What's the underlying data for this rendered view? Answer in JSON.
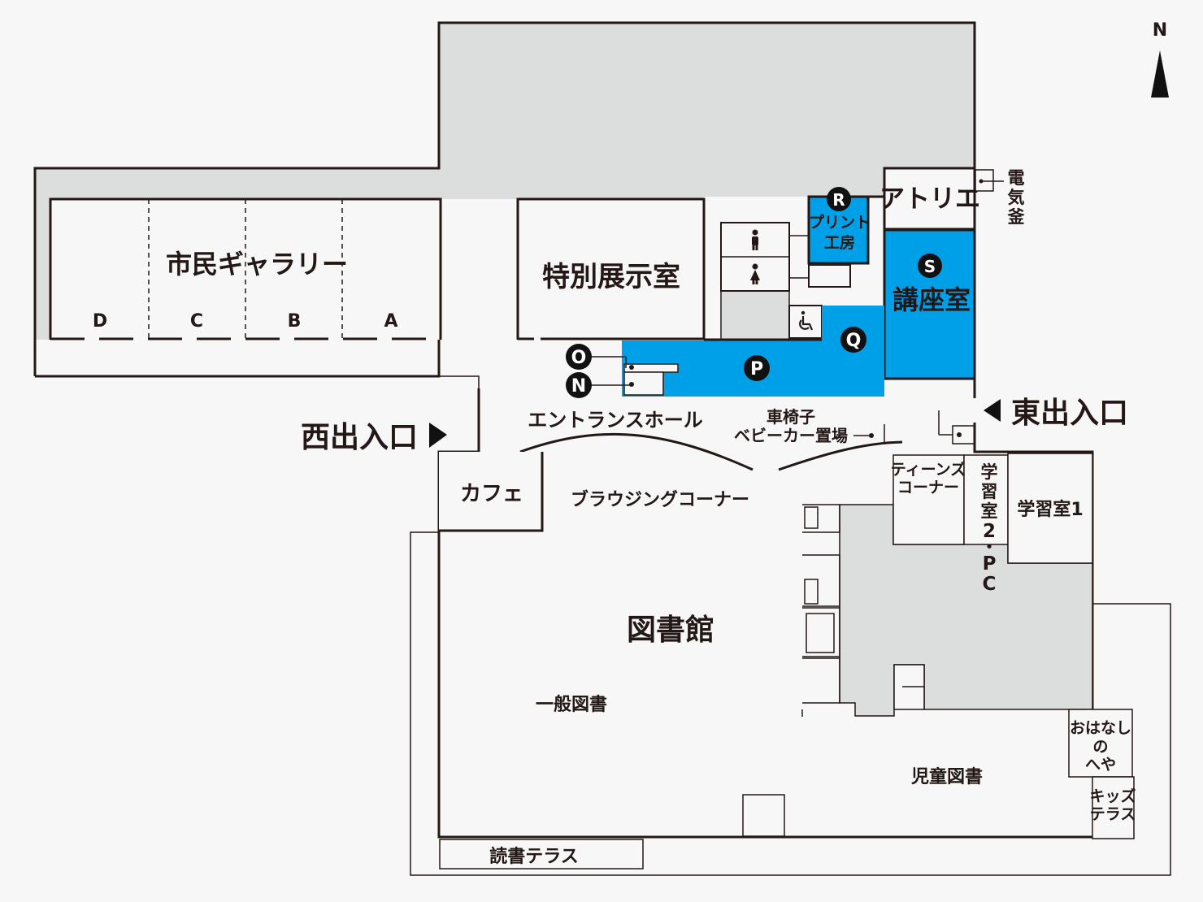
{
  "compass": {
    "label": "N"
  },
  "colors": {
    "highlight": "#00a0e9",
    "wall": "#231815",
    "storage": "#dcdddd",
    "background": "#f7f7f7"
  },
  "gallery": {
    "title": "市民ギャラリー",
    "sections": [
      "D",
      "C",
      "B",
      "A"
    ]
  },
  "rooms": {
    "special_exhibit": "特別展示室",
    "atelier": "アトリエ",
    "boiler": [
      "電",
      "気",
      "釜"
    ],
    "print_workshop": {
      "marker": "R",
      "lines": [
        "プリント",
        "工房"
      ]
    },
    "lecture_room": {
      "marker": "S",
      "label": "講座室"
    },
    "cafe": "カフェ",
    "library": "図書館",
    "general_books": "一般図書",
    "children_books": "児童図書",
    "teens_corner": [
      "ティーンズ",
      "コーナー"
    ],
    "study_room_2": [
      "学",
      "習",
      "室",
      "2",
      "・",
      "P",
      "C"
    ],
    "study_room_1": "学習室1",
    "story_room": [
      "おはなし",
      "の",
      "へや"
    ],
    "kids_terrace": [
      "キッズ",
      "テラス"
    ],
    "reading_terrace": "読書テラス",
    "browsing_corner": "ブラウジングコーナー"
  },
  "hall": {
    "label": "エントランスホール",
    "wheelchair_stroller": [
      "車椅子",
      "ベビーカー置場"
    ]
  },
  "entrances": {
    "west": "西出入口",
    "east": "東出入口"
  },
  "markers": [
    "O",
    "N",
    "P",
    "Q"
  ],
  "icons": [
    "restroom-male-icon",
    "restroom-female-icon",
    "accessible-restroom-icon",
    "north-arrow-icon",
    "west-entrance-arrow-icon",
    "east-entrance-arrow-icon"
  ]
}
